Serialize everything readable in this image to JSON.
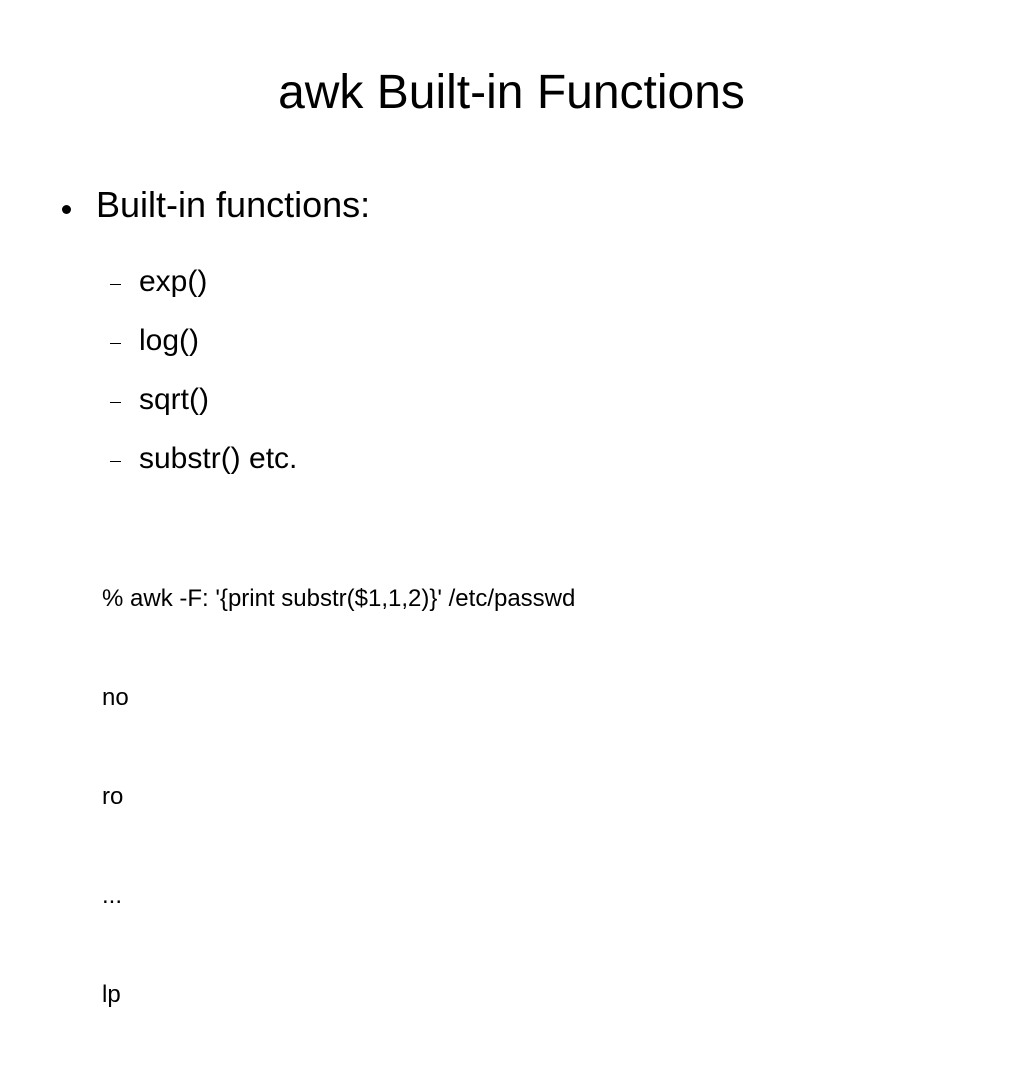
{
  "slide": {
    "title": "awk Built-in Functions",
    "bullet": {
      "label": "Built-in functions:",
      "items": [
        {
          "label": "exp()"
        },
        {
          "label": "log()"
        },
        {
          "label": "sqrt()"
        },
        {
          "label": "substr() etc."
        }
      ]
    },
    "code_lines": [
      "% awk -F: '{print substr($1,1,2)}' /etc/passwd",
      "no",
      "ro",
      "...",
      "lp"
    ]
  }
}
